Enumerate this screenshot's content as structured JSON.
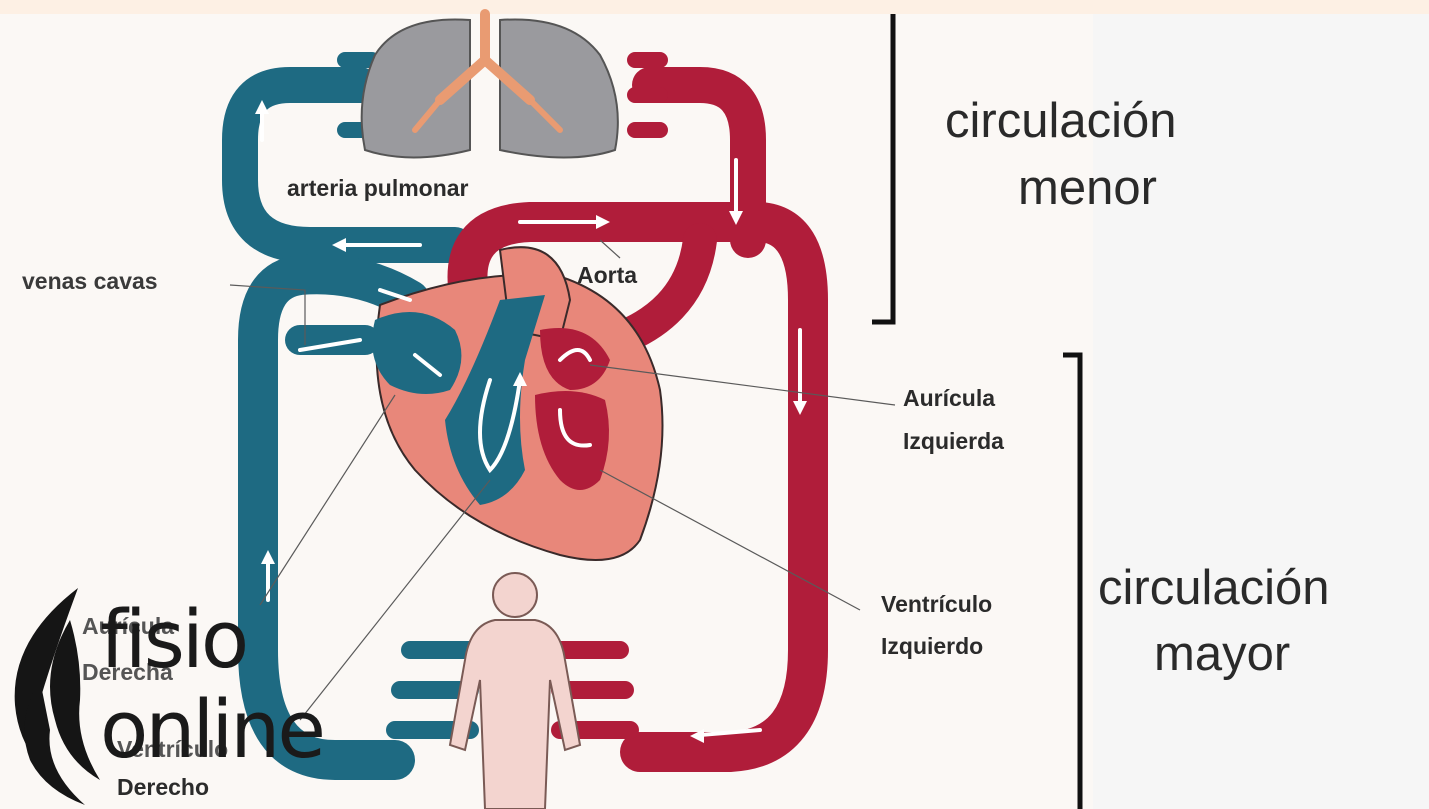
{
  "labels": {
    "arteria_pulmonar": "arteria pulmonar",
    "venas_cavas": "venas cavas",
    "aorta": "Aorta",
    "auricula_izquierda_1": "Aurícula",
    "auricula_izquierda_2": "Izquierda",
    "ventriculo_izquierdo_1": "Ventrículo",
    "ventriculo_izquierdo_2": "Izquierdo",
    "auricula_derecha_1": "Aurícula",
    "auricula_derecha_2": "Derecha",
    "ventriculo_derecho_1": "Ventrículo",
    "ventriculo_derecho_2": "Derecho"
  },
  "sections": {
    "menor_line1": "circulación",
    "menor_line2": "menor",
    "mayor_line1": "circulación",
    "mayor_line2": "mayor"
  },
  "logo": {
    "line1": "fisio",
    "line2": "online"
  },
  "colors": {
    "venous": "#1e6a82",
    "arterial": "#b01d3a",
    "heart": "#e8877a",
    "lungs": "#9a9a9e",
    "body": "#f3d4cf"
  }
}
